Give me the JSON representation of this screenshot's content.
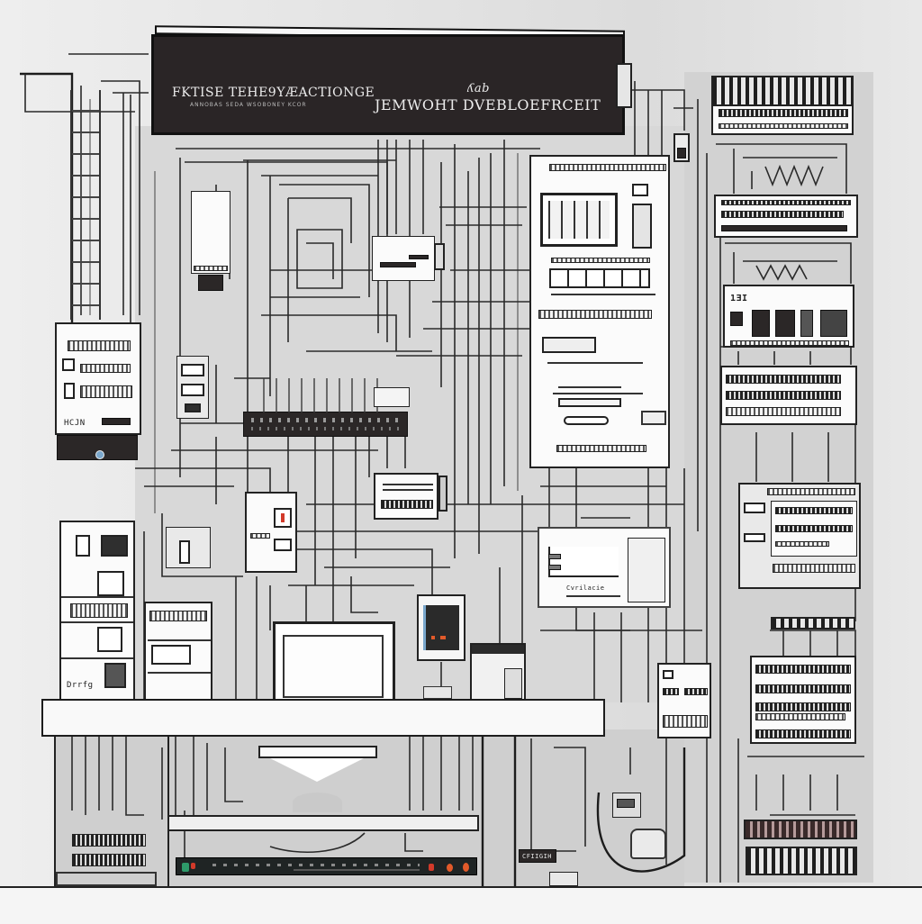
{
  "illustration": {
    "title": "Technical equipment wiring schematic",
    "banner": {
      "left_title": "FKTISE TEHE9YÆACTIONGE",
      "left_subtitle": "ANNOBAS SEDA WSOBONEY KCOR",
      "logo_mark": "ʎab",
      "right_title": "JEMWOHT DVEBLOEFRCEIT"
    },
    "panel_labels": {
      "left_cabinet_code": "HCJN",
      "small_tag_bottom": "CFIIGIH",
      "left_tall_note": "Drrfg",
      "control_panel_caption": "Cvrilacie"
    },
    "status_colors": {
      "led_green": "#2e9a6a",
      "led_red": "#d23a2a",
      "led_orange": "#e25a2a",
      "accent_blue": "#7aa7cc"
    }
  }
}
